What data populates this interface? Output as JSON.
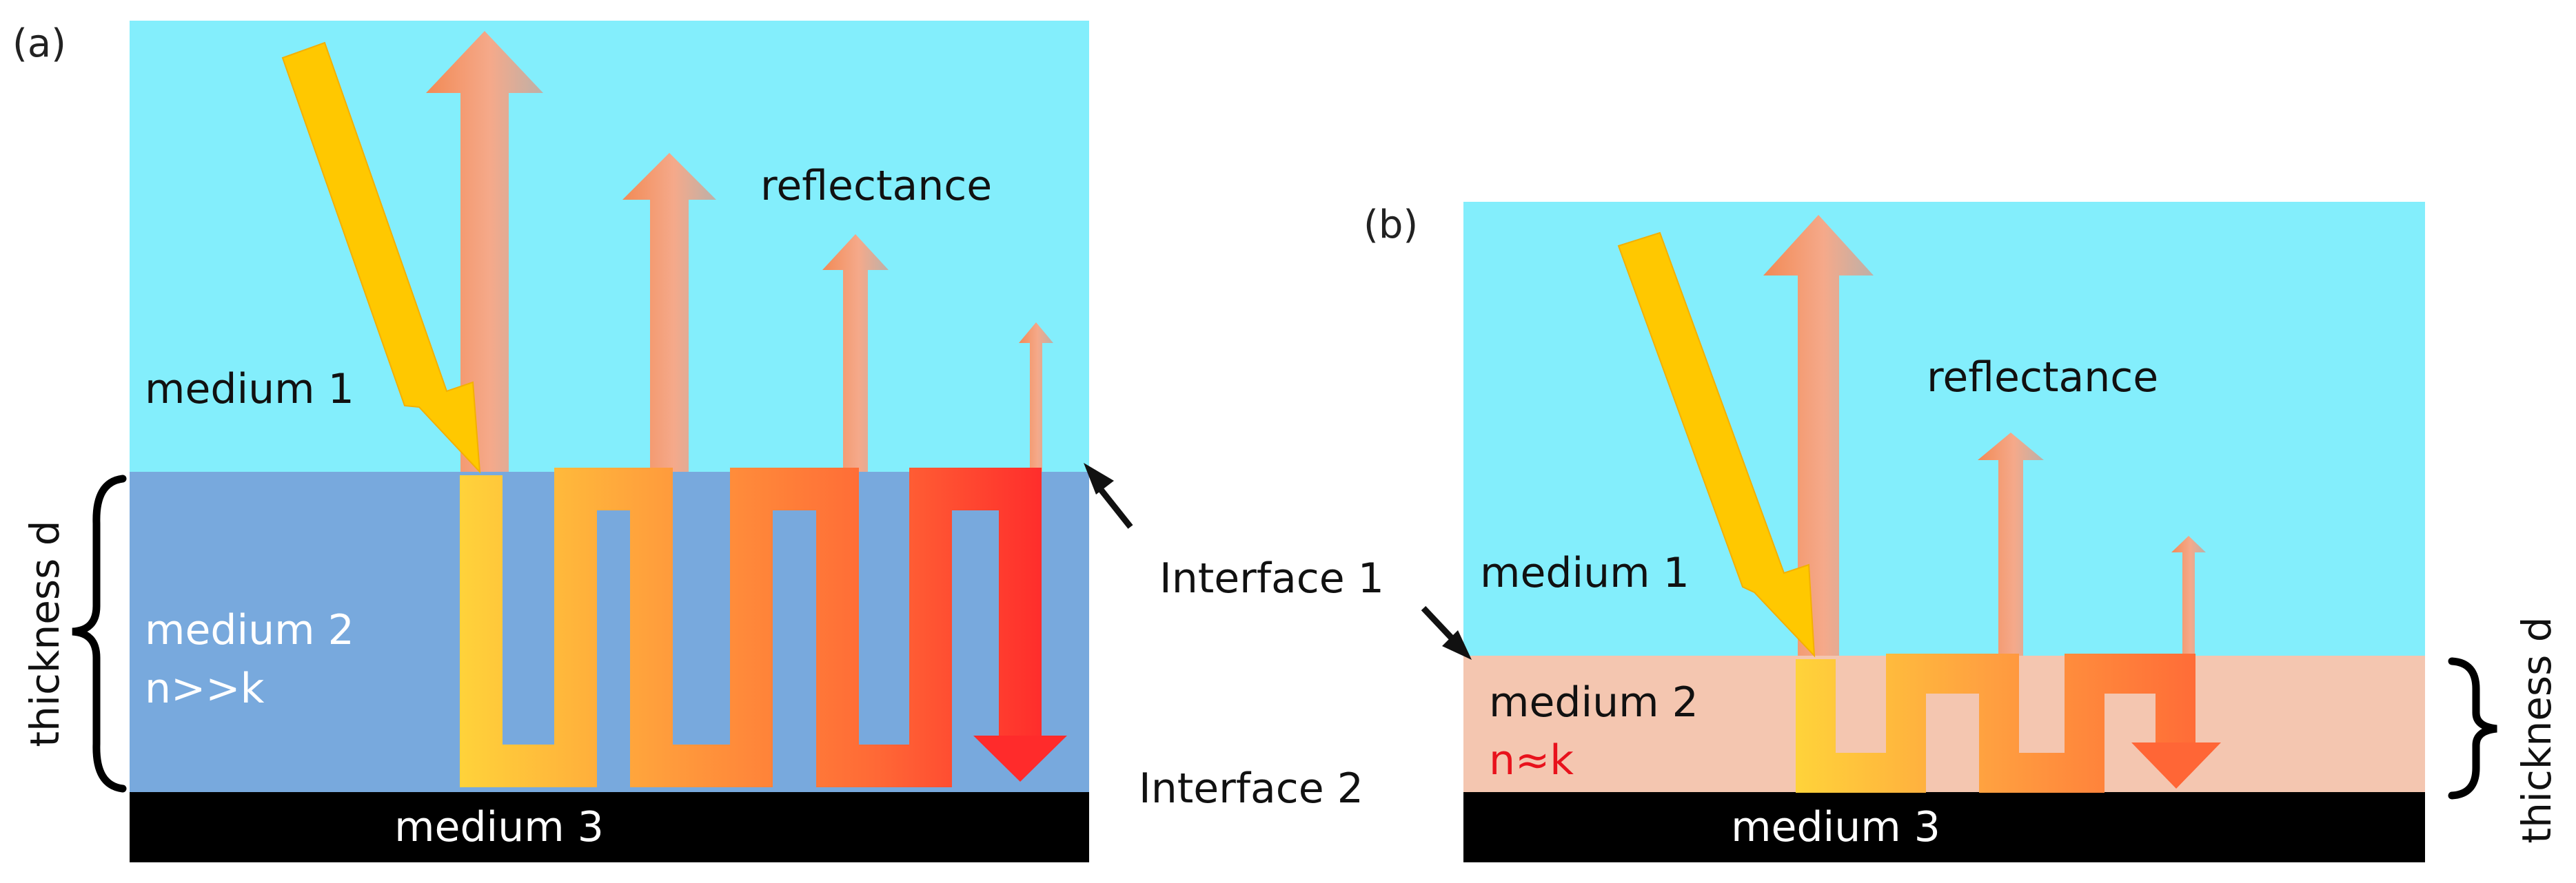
{
  "colors": {
    "medium1": "#83EEFC",
    "medium2_a": "#78A9DD",
    "medium2_b": "#F4C6B0",
    "medium3": "#000000",
    "incident_beam": "#FFC800",
    "wave_start": "#FFD23A",
    "wave_mid": "#FF9A3C",
    "wave_end": "#FF2B2B",
    "n_approx_k_text": "#E8121C"
  },
  "panel_a": {
    "tag": "(a)",
    "reflectance_label": "reflectance",
    "medium1_label": "medium 1",
    "medium2_label": "medium 2",
    "medium2_condition": "n>>k",
    "medium3_label": "medium 3",
    "thickness_label": "thickness d"
  },
  "panel_b": {
    "tag": "(b)",
    "reflectance_label": "reflectance",
    "medium1_label": "medium 1",
    "medium2_label": "medium 2",
    "medium2_condition": "n≈k",
    "medium3_label": "medium 3",
    "thickness_label": "thickness d"
  },
  "interface_labels": {
    "interface1": "Interface 1",
    "interface2": "Interface 2"
  },
  "icons": {
    "incident": "incident-light-arrow-icon",
    "reflected": "reflected-light-arrow-icon",
    "pointer": "pointer-arrow-icon",
    "brace": "curly-brace-icon"
  }
}
